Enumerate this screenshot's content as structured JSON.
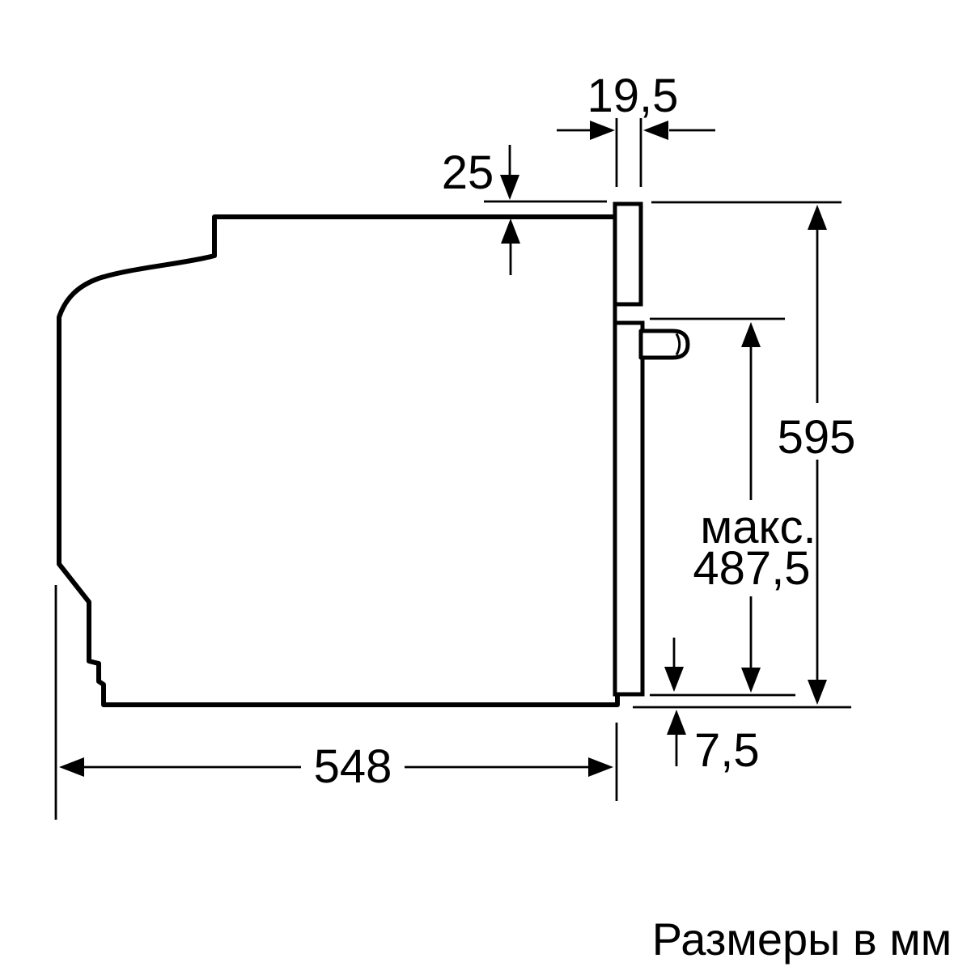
{
  "caption": "Размеры в мм",
  "dims": {
    "front_gap": "19,5",
    "top_inset": "25",
    "height": "595",
    "max_prefix": "макс.",
    "max_value": "487,5",
    "bottom_inset": "7,5",
    "depth": "548"
  }
}
